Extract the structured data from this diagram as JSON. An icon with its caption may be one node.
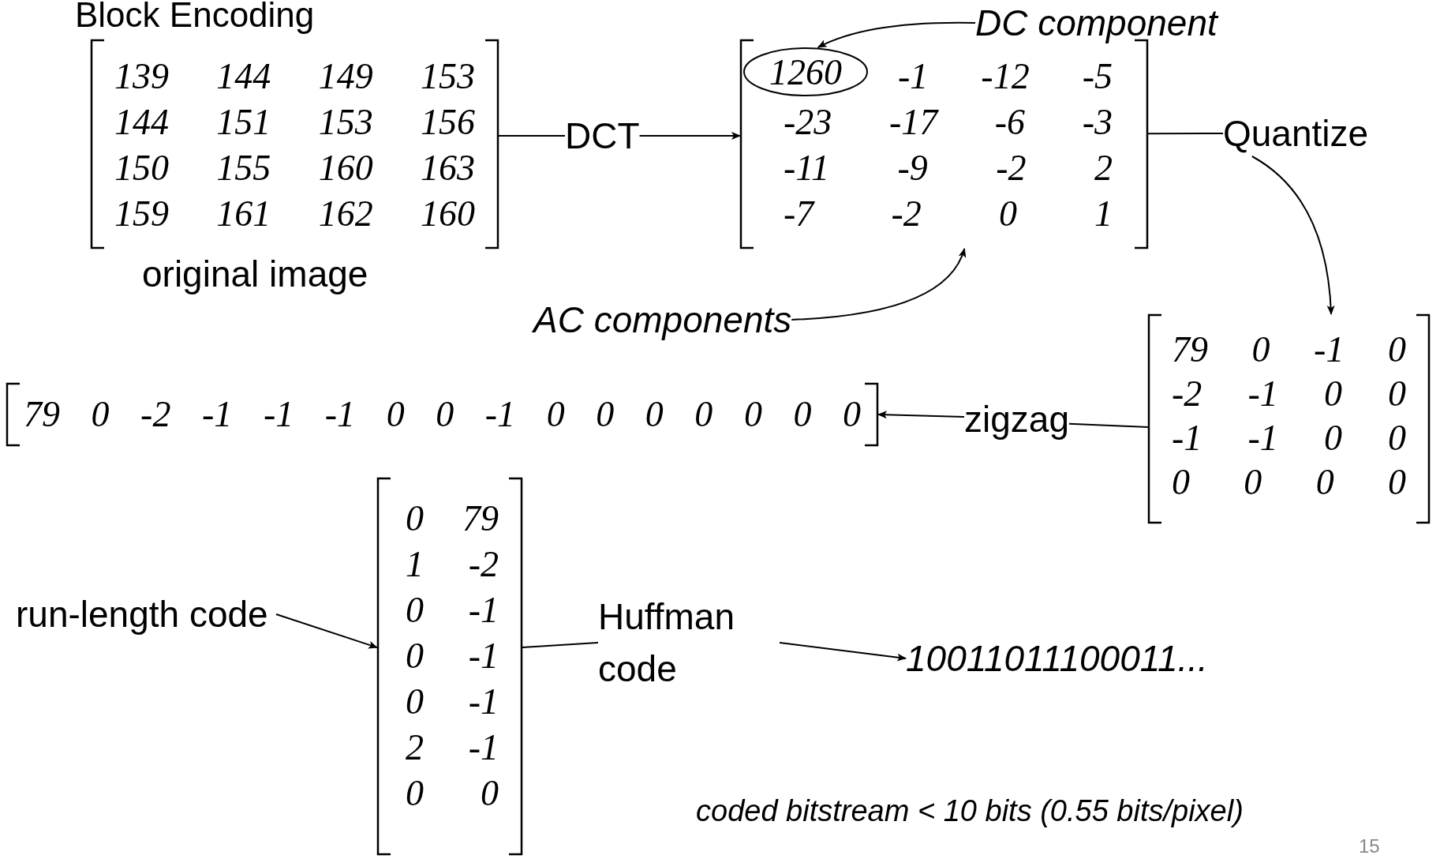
{
  "diagram": {
    "title": "Block Encoding",
    "nodes": [
      {
        "text": [
          "139 144 149 153",
          "144 151 153 156",
          "150 155 160 163",
          "159 161 162 160"
        ],
        "beside": [
          "original image"
        ]
      },
      {
        "text": [
          "DCT"
        ]
      },
      {
        "text": [
          "-1 -12 -5",
          "-23 -17 -6 -3",
          "-11 -9 -2 2",
          "-7 -2 0 1"
        ]
      },
      {
        "text": [
          "1260"
        ],
        "in": 2
      },
      {
        "text": [
          "DC component"
        ]
      },
      {
        "text": [
          "AC components"
        ]
      },
      {
        "text": [
          "Quantize"
        ]
      },
      {
        "text": [
          "79 0 -1 0",
          "-2 -1 0 0",
          "-1 -1 0 0",
          "0 0 0 0"
        ]
      },
      {
        "text": [
          "zigzag"
        ]
      },
      {
        "text": [
          "79 0 -2 -1 -1 -1 0 0 -1 0 0 0 0 0 0 0"
        ]
      },
      {
        "text": [
          "run-length code"
        ]
      },
      {
        "text": [
          "0 79",
          "1 -2",
          "0 -1",
          "0 -1",
          "0 -1",
          "2 -1",
          "0 0"
        ]
      },
      {
        "text": [
          "Huffman code"
        ]
      },
      {
        "text": [
          "10011011100011..."
        ]
      }
    ],
    "edges": [
      {
        "from": 0,
        "to": 1,
        "arrow": "none"
      },
      {
        "from": 1,
        "to": 2,
        "arrow": "to"
      },
      {
        "from": 4,
        "to": 3,
        "arrow": "to"
      },
      {
        "from": 5,
        "to": 2,
        "arrow": "to"
      },
      {
        "from": 2,
        "to": 6,
        "arrow": "none"
      },
      {
        "from": 6,
        "to": 7,
        "arrow": "to"
      },
      {
        "from": 7,
        "to": 8,
        "arrow": "none"
      },
      {
        "from": 8,
        "to": 9,
        "arrow": "to"
      },
      {
        "from": 10,
        "to": 11,
        "arrow": "to"
      },
      {
        "from": 11,
        "to": 12,
        "arrow": "none"
      },
      {
        "from": 12,
        "to": 13,
        "arrow": "to"
      }
    ],
    "labels": [
      "coded bitstream < 10 bits (0.55 bits/pixel)",
      "15"
    ]
  }
}
